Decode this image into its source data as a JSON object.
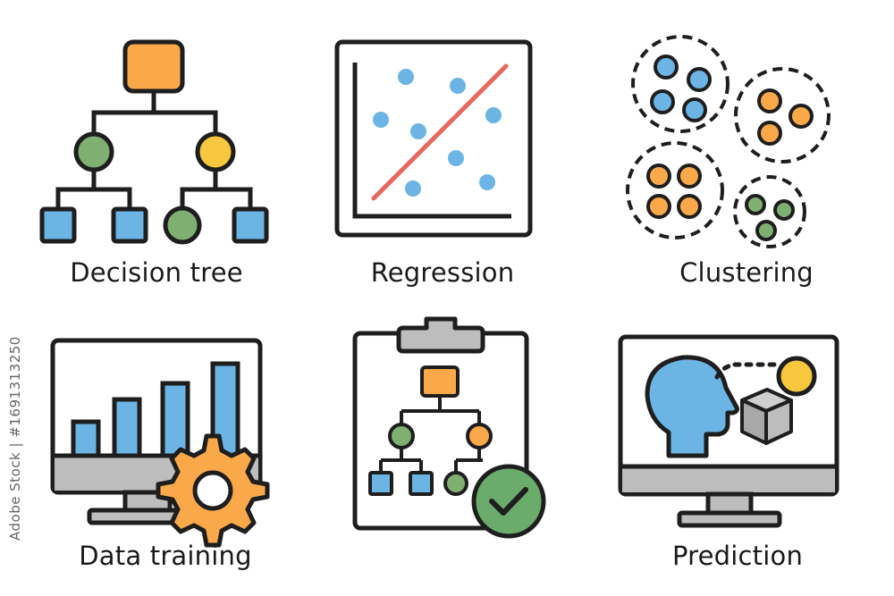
{
  "icons": [
    {
      "label": "Decision tree",
      "icon": "decision-tree-icon"
    },
    {
      "label": "Regression",
      "icon": "regression-icon"
    },
    {
      "label": "Clustering",
      "icon": "clustering-icon"
    },
    {
      "label": "Data training",
      "icon": "data-training-icon"
    },
    {
      "label": "",
      "icon": "validated-model-icon"
    },
    {
      "label": "Prediction",
      "icon": "prediction-icon"
    }
  ],
  "stock_id": "Adobe Stock | #1691313250",
  "colors": {
    "outline": "#1e1e1e",
    "orange": "#f9a84a",
    "blue": "#6cb4e4",
    "green": "#7fb071",
    "yellow": "#f7c73e",
    "red_line": "#e8685e",
    "gray": "#bdbdbd",
    "check_green": "#6bab6b"
  }
}
